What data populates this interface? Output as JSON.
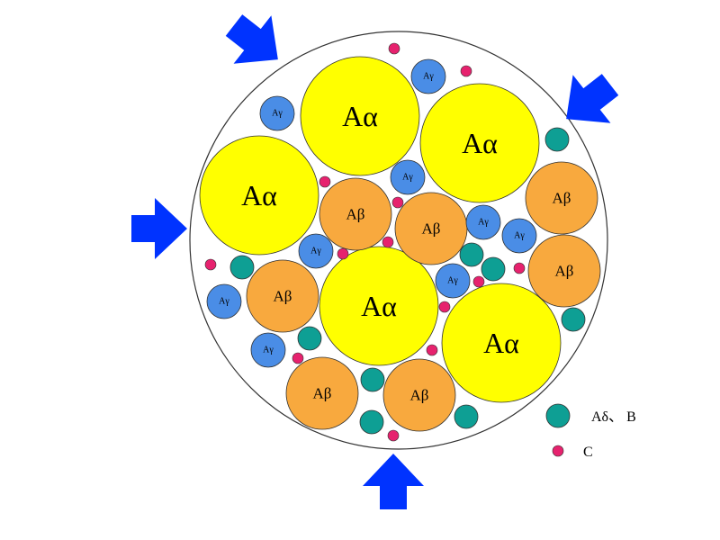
{
  "colors": {
    "a_alpha": "#ffff00",
    "a_beta": "#f8a93e",
    "a_gamma": "#4a8de6",
    "a_delta_b": "#0e9f94",
    "c": "#e6226e",
    "arrow": "#0033ff",
    "outline": "#333333"
  },
  "labels": {
    "a_alpha": "Aα",
    "a_beta": "Aβ",
    "a_gamma": "Aγ"
  },
  "legend": {
    "a_delta_b": "Aδ、 B",
    "c": "C"
  },
  "icons": [
    "pressure-arrow-icon"
  ]
}
